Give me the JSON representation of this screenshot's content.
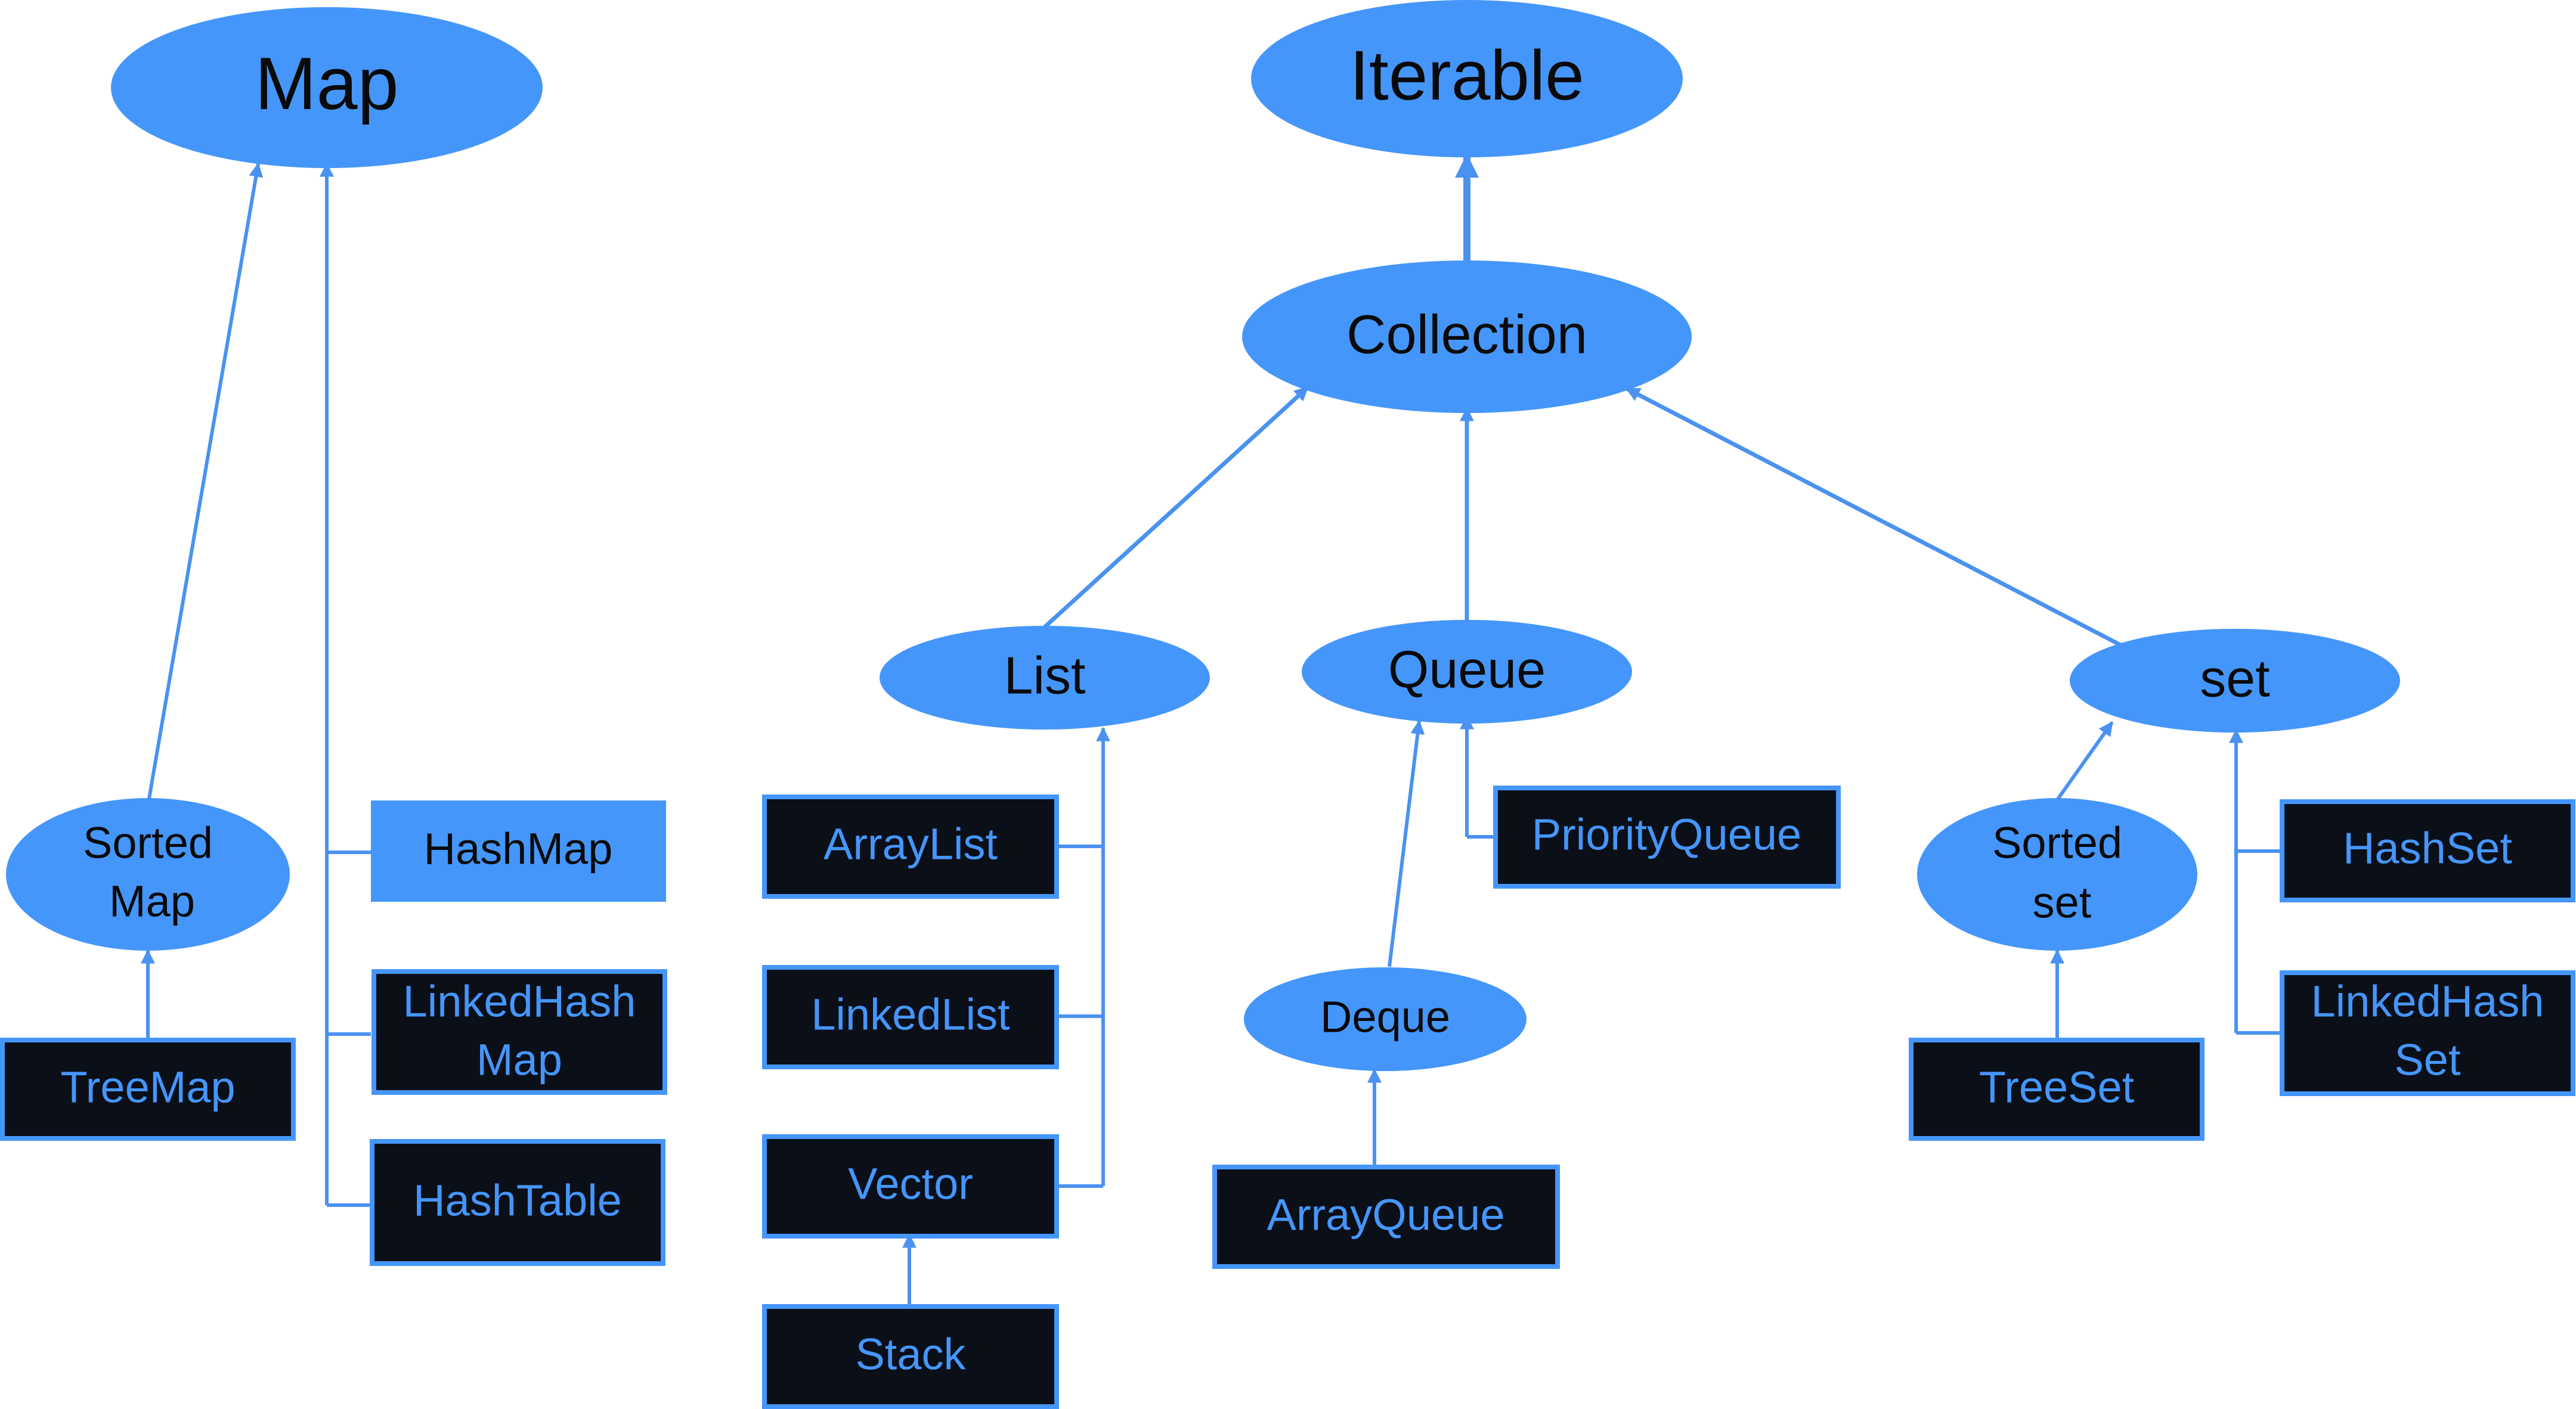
{
  "colors": {
    "background": "#ffffff",
    "ellipse_fill": "#4596fb",
    "connector": "#4a92f0",
    "dark_box_fill": "#0b0f18",
    "dark_box_border": "#4596fb",
    "dark_box_text": "#4596fb",
    "light_box_fill": "#4596fb",
    "ellipse_text": "#0a0a0a"
  },
  "nodes": {
    "map": {
      "label": "Map"
    },
    "iterable": {
      "label": "Iterable"
    },
    "collection": {
      "label": "Collection"
    },
    "list": {
      "label": "List"
    },
    "queue": {
      "label": "Queue"
    },
    "set": {
      "label": "set"
    },
    "sorted_map": {
      "line1": "Sorted",
      "line2": "Map"
    },
    "sorted_set": {
      "line1": "Sorted",
      "line2": "set"
    },
    "deque": {
      "label": "Deque"
    },
    "hashmap": {
      "label": "HashMap"
    },
    "linkedhashmap": {
      "line1": "LinkedHash",
      "line2": "Map"
    },
    "hashtable": {
      "label": "HashTable"
    },
    "treemap": {
      "label": "TreeMap"
    },
    "arraylist": {
      "label": "ArrayList"
    },
    "linkedlist": {
      "label": "LinkedList"
    },
    "vector": {
      "label": "Vector"
    },
    "stack": {
      "label": "Stack"
    },
    "priorityqueue": {
      "label": "PriorityQueue"
    },
    "arrayqueue": {
      "label": "ArrayQueue"
    },
    "treeset": {
      "label": "TreeSet"
    },
    "hashset": {
      "label": "HashSet"
    },
    "linkedhashset": {
      "line1": "LinkedHash",
      "line2": "Set"
    }
  }
}
